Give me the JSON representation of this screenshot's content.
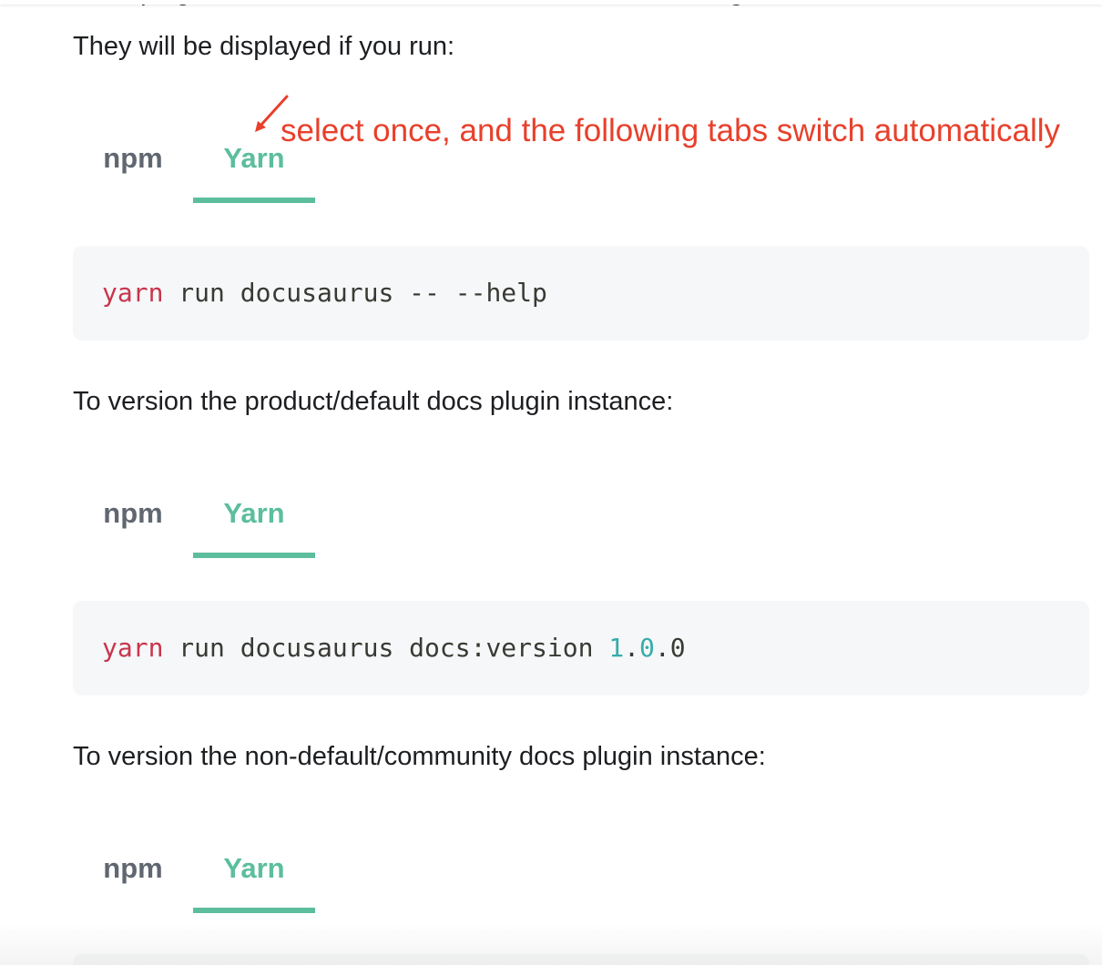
{
  "doc": {
    "cut_line": "Each plugin instance will have its own cli command to tag a new version.",
    "intro": "They will be displayed if you run:",
    "para_default": "To version the product/default docs plugin instance:",
    "para_community": "To version the non-default/community docs plugin instance:"
  },
  "annotation": {
    "text": "select once, and the following tabs switch automatically",
    "color": "#e8402b"
  },
  "tabs": {
    "npm_label": "npm",
    "yarn_label": "Yarn",
    "selected": "Yarn",
    "active_color": "#5cbe9c"
  },
  "code1": {
    "cmd": "yarn",
    "rest": " run docusaurus -- --help"
  },
  "code2": {
    "cmd": "yarn",
    "rest": " run docusaurus docs:version ",
    "v1": "1",
    "dot1": ".",
    "v2": "0",
    "dot2": ".",
    "v3": "0"
  },
  "colors": {
    "keyword": "#c8354d",
    "number": "#36acaa",
    "code_bg": "#f6f7f8"
  }
}
